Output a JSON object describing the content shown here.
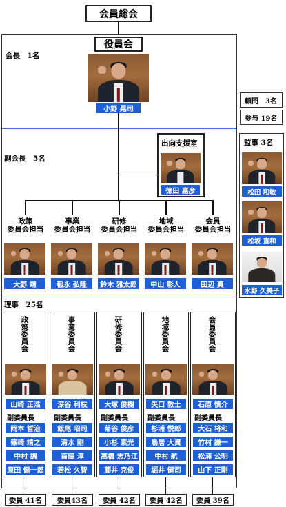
{
  "general_meeting": "会員総会",
  "board": "役員会",
  "president": {
    "label": "会長　1名",
    "name": "小野 晃司"
  },
  "secretariat": {
    "label": "出向支援室",
    "name": "徳田 嘉彦"
  },
  "vice": {
    "label": "副会長　5名",
    "roles": [
      "政策\n委員会担当",
      "事業\n委員会担当",
      "研修\n委員会担当",
      "地域\n委員会担当",
      "会員\n委員会担当"
    ],
    "names": [
      "大野 靖",
      "稲永 弘隆",
      "鈴木 雅太郎",
      "中山 彰人",
      "田辺 真"
    ]
  },
  "advisors": {
    "line1": "顧問　3名",
    "line2": "参与 19名"
  },
  "auditors": {
    "label": "監事 3名",
    "names": [
      "松田 和敏",
      "松坂 直和",
      "水野 久美子"
    ]
  },
  "directors": {
    "label": "理事　25名",
    "committees": [
      {
        "title": "政策委員会",
        "chair": "山崎 正浩",
        "vice_label": "副委員長",
        "vices": [
          "岡本 哲治",
          "篠崎 靖之",
          "中村 調",
          "原田 健一郎"
        ],
        "count": "委員 41名"
      },
      {
        "title": "事業委員会",
        "chair": "深谷 利枝",
        "vice_label": "副委員長",
        "vices": [
          "飯尾 昭司",
          "清水 剛",
          "首藤 淳",
          "若松 久智"
        ],
        "count": "委員43名"
      },
      {
        "title": "研修委員会",
        "chair": "大塚 俊樹",
        "vice_label": "副委員長",
        "vices": [
          "菊谷 俊彦",
          "小杉 素光",
          "高橋 志乃江",
          "藤井 克俊"
        ],
        "count": "委員 42名"
      },
      {
        "title": "地域委員会",
        "chair": "矢口 敦士",
        "vice_label": "副委員長",
        "vices": [
          "杉浦 悦郎",
          "鳥居 大資",
          "中村 航",
          "堀井 健司"
        ],
        "count": "委員 42名"
      },
      {
        "title": "会員委員会",
        "chair": "石原 慎介",
        "vice_label": "副委員長",
        "vices": [
          "大石 将和",
          "竹村 謙一",
          "松浦 公明",
          "山下 正剛"
        ],
        "count": "委員 39名"
      }
    ]
  }
}
